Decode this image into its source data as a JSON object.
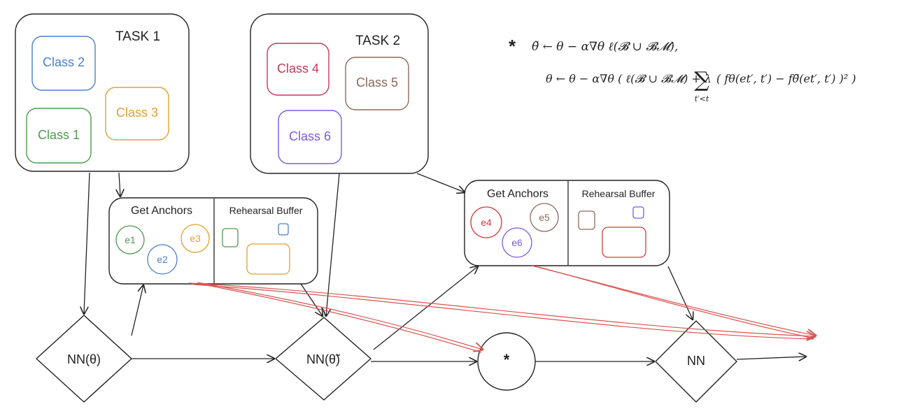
{
  "colors": {
    "ink": "#222222",
    "blue": "#4a7fd0",
    "green": "#4e9a4e",
    "orange": "#e0a030",
    "crimson": "#c03a5a",
    "brown": "#8a6a5a",
    "purple": "#7a5ae0",
    "red": "#d43a3a",
    "edge_red": "#d9534f"
  },
  "task1": {
    "title": "TASK 1",
    "classes": [
      "Class 2",
      "Class 3",
      "Class 1"
    ]
  },
  "task2": {
    "title": "TASK 2",
    "classes": [
      "Class 4",
      "Class 5",
      "Class 6"
    ]
  },
  "anchors1": {
    "title": "Get Anchors",
    "buffer_title": "Rehearsal Buffer",
    "embeddings": [
      "e1",
      "e2",
      "e3"
    ]
  },
  "anchors2": {
    "title": "Get Anchors",
    "buffer_title": "Rehearsal Buffer",
    "embeddings": [
      "e4",
      "e5",
      "e6"
    ]
  },
  "nodes": {
    "nn_theta": "NN(θ)",
    "nn_theta_tilde": "NN(θ̃)",
    "star": "*",
    "nn": "NN"
  },
  "equation": {
    "marker": "*",
    "line1": "θ̃ ← θ − α∇θ ℓ(𝓑 ∪ 𝓑𝓜),",
    "line2_head": "θ ← θ − α∇θ ( ℓ(𝓑 ∪ 𝓑𝓜) + λ",
    "line2_tail": "( fθ(et′, t′) − fθ̃(et′, t′) )² )",
    "sum_symbol": "∑",
    "sum_sub": "t′<t"
  }
}
